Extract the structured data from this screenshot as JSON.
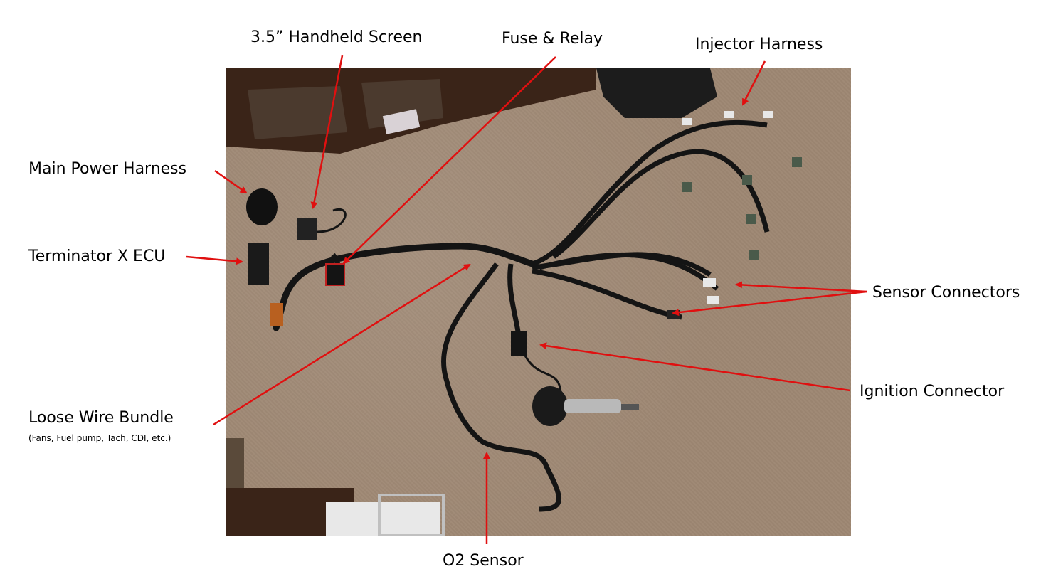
{
  "labels": {
    "handheld_screen": "3.5” Handheld Screen",
    "fuse_relay": "Fuse & Relay",
    "injector_harness": "Injector Harness",
    "main_power_harness": "Main Power Harness",
    "terminator_ecu": "Terminator X ECU",
    "sensor_connectors": "Sensor Connectors",
    "ignition_connector": "Ignition Connector",
    "loose_wire_bundle": "Loose Wire Bundle",
    "loose_wire_bundle_note": "(Fans, Fuel pump, Tach, CDI, etc.)",
    "o2_sensor": "O2 Sensor"
  },
  "colors": {
    "arrow": "#e01010",
    "carpet": "#9c8672",
    "harness": "#141414",
    "furniture": "#3a2418"
  }
}
